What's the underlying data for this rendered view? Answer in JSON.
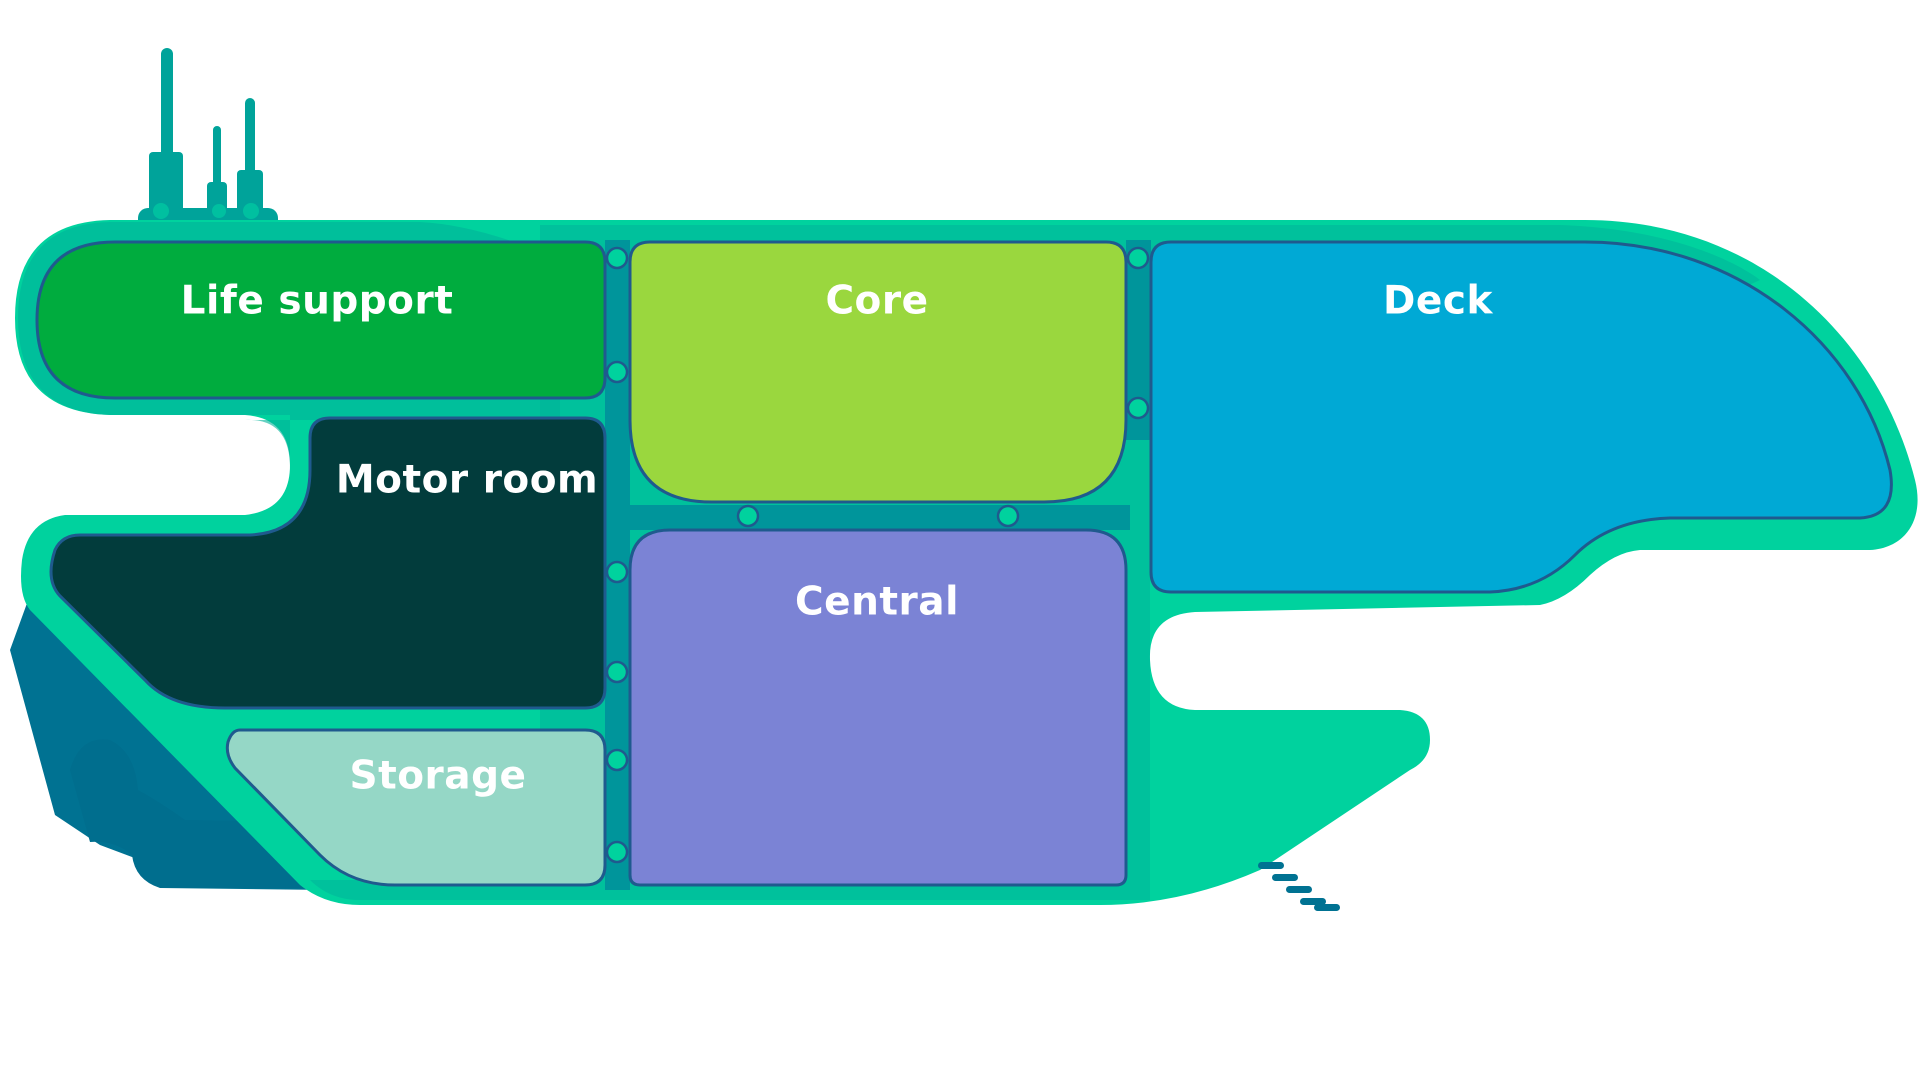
{
  "rooms": {
    "life_support": {
      "label": "Life support",
      "color": "#00AC3E"
    },
    "core": {
      "label": "Core",
      "color": "#9AD73E"
    },
    "deck": {
      "label": "Deck",
      "color": "#00A9D5"
    },
    "motor_room": {
      "label": "Motor room",
      "color": "#023C3C"
    },
    "central": {
      "label": "Central",
      "color": "#7B83D5"
    },
    "storage": {
      "label": "Storage",
      "color": "#95D7C6"
    }
  },
  "colors": {
    "hull_light": "#00D29E",
    "hull_mid": "#00B39A",
    "hull_dark": "#00959B",
    "hull_navy": "#007292",
    "room_stroke": "#1F5A8E"
  }
}
